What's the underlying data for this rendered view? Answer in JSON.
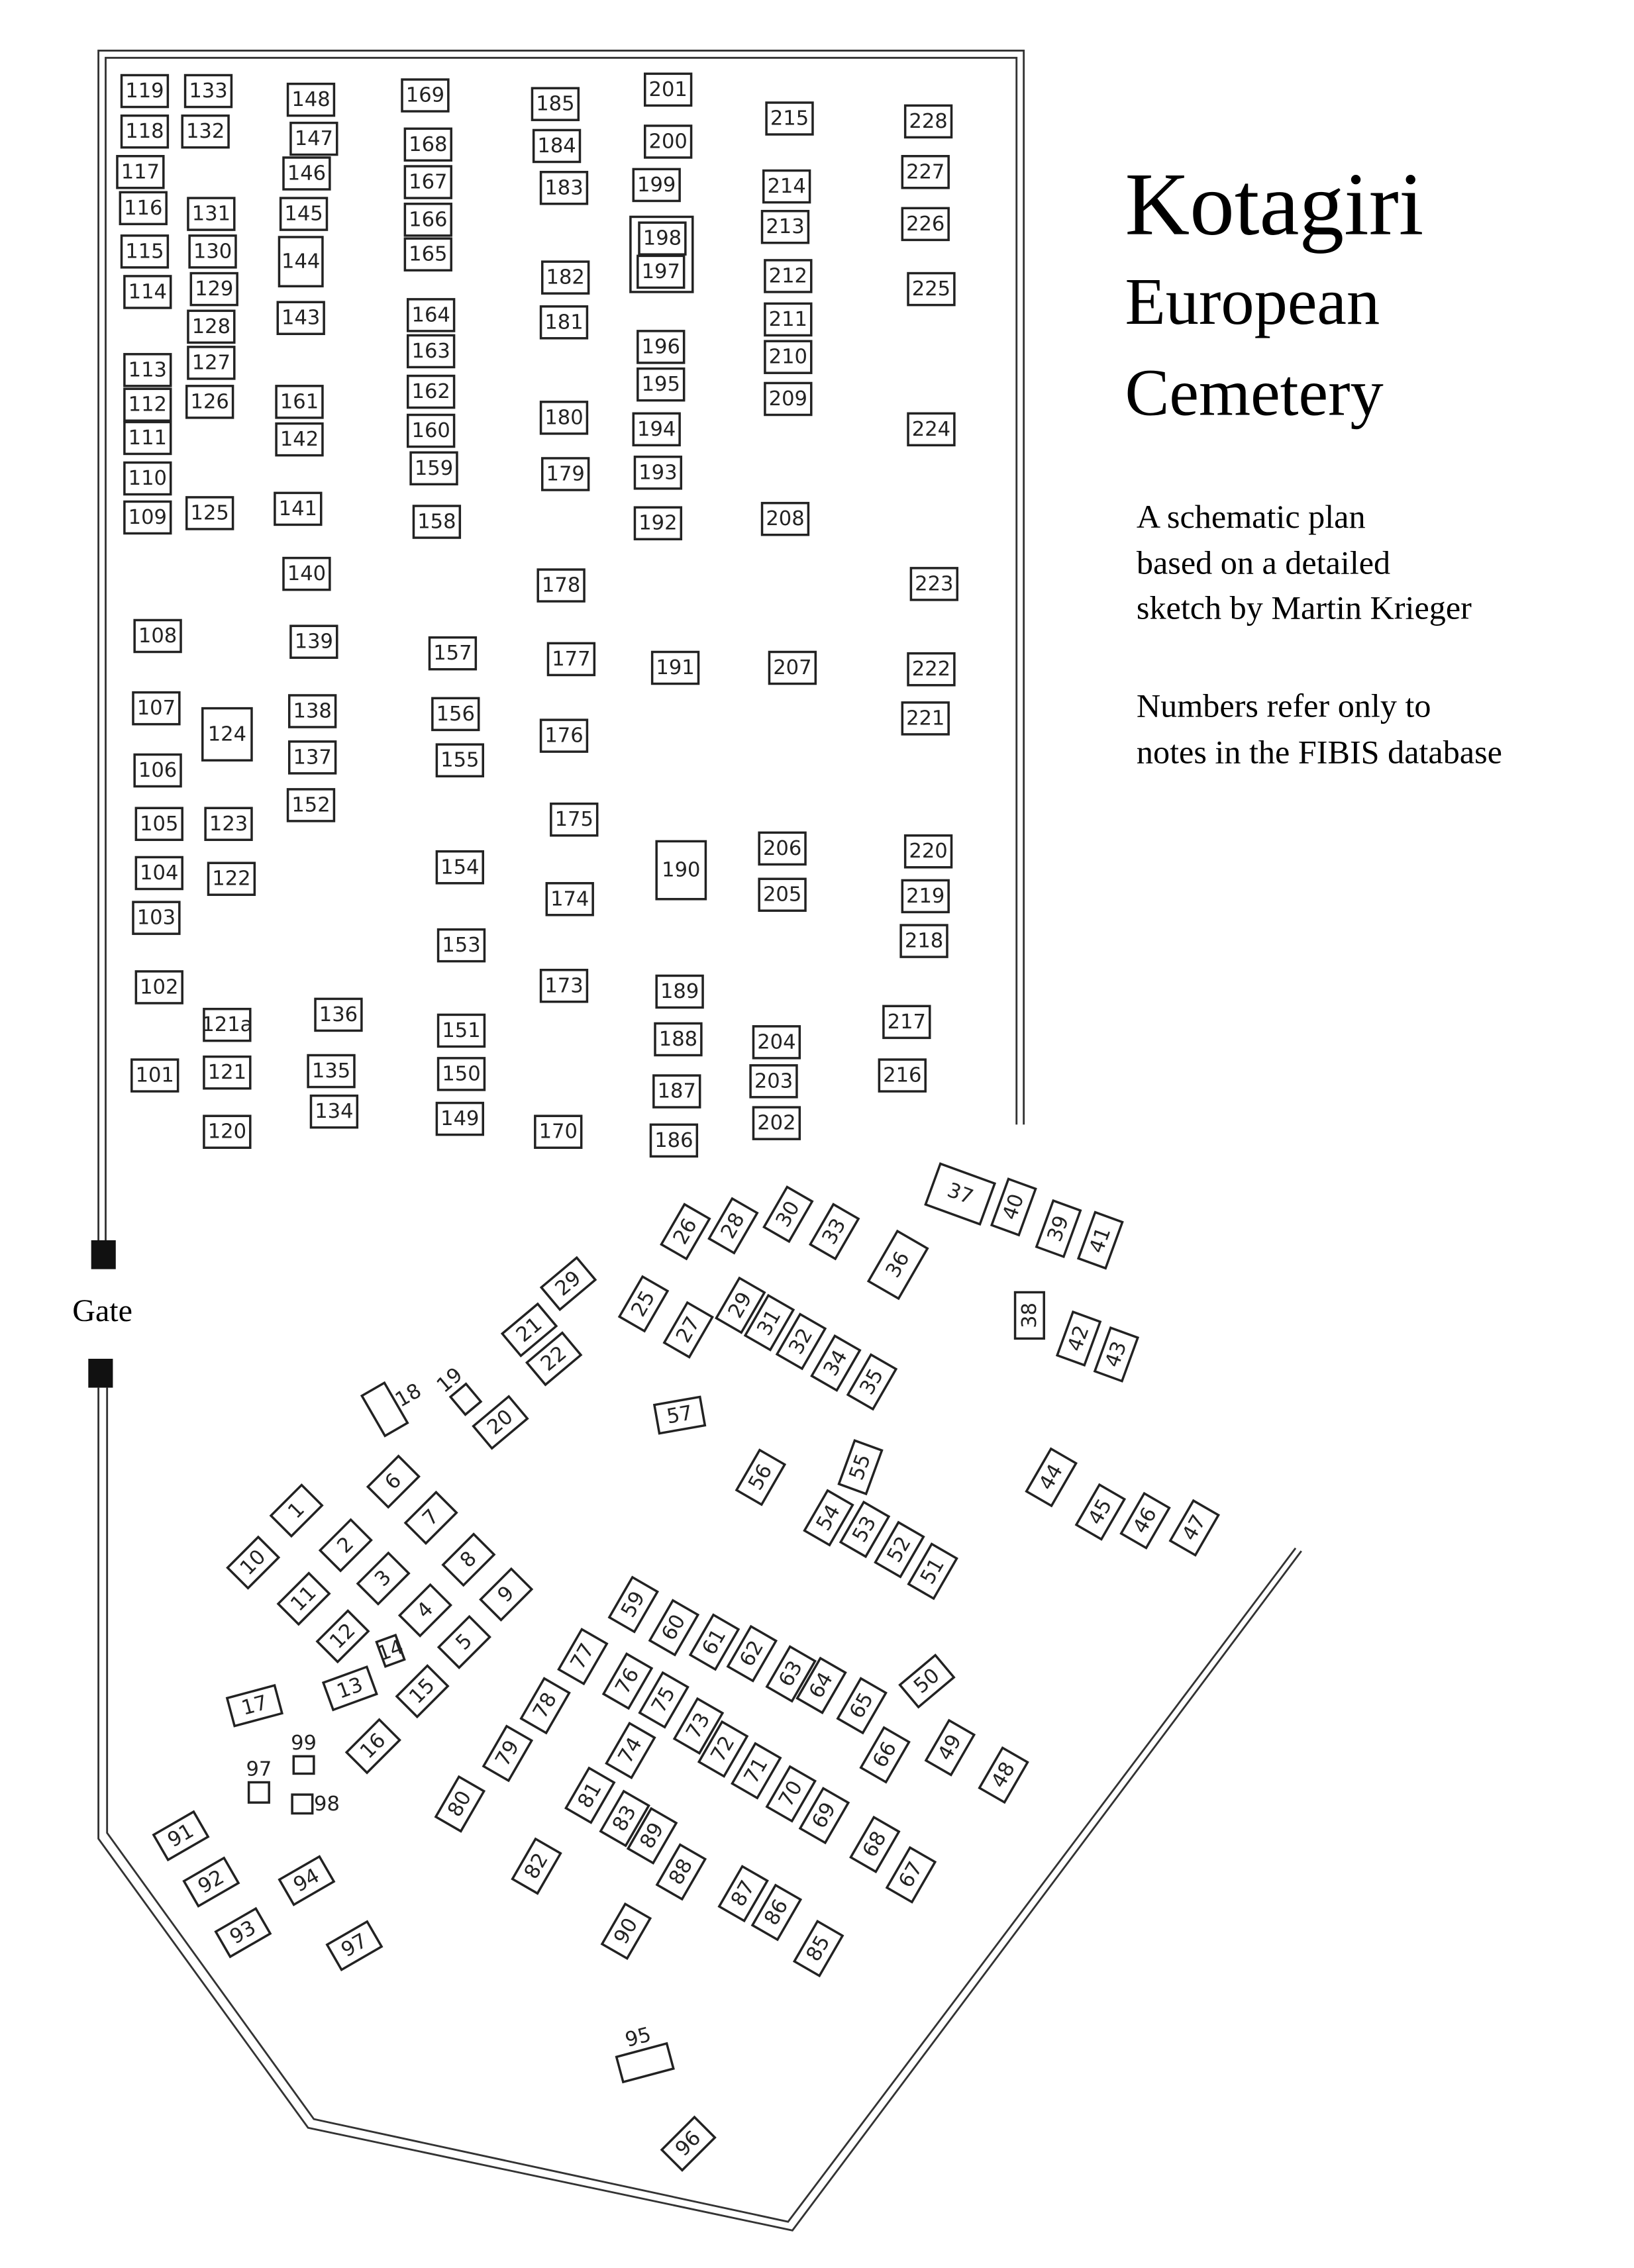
{
  "title": {
    "line1": "Kotagiri",
    "line2": "European",
    "line3": "Cemetery"
  },
  "description": {
    "lines": [
      "A schematic plan",
      "based on a detailed",
      "sketch by Martin Krieger"
    ],
    "note_lines": [
      "Numbers refer only to",
      "notes in the FIBIS database"
    ]
  },
  "gate_label": "Gate",
  "plots": [
    "119",
    "133",
    "148",
    "169",
    "185",
    "201",
    "215",
    "228",
    "118",
    "132",
    "147",
    "168",
    "184",
    "200",
    "227",
    "117",
    "146",
    "167",
    "183",
    "199",
    "214",
    "116",
    "131",
    "145",
    "166",
    "213",
    "226",
    "198",
    "197",
    "115",
    "130",
    "144",
    "165",
    "114",
    "129",
    "182",
    "212",
    "225",
    "128",
    "143",
    "164",
    "181",
    "211",
    "113",
    "127",
    "163",
    "196",
    "210",
    "112",
    "126",
    "161",
    "162",
    "195",
    "209",
    "111",
    "142",
    "160",
    "180",
    "194",
    "224",
    "110",
    "159",
    "179",
    "193",
    "109",
    "125",
    "141",
    "158",
    "192",
    "208",
    "140",
    "178",
    "223",
    "108",
    "139",
    "157",
    "177",
    "191",
    "207",
    "222",
    "107",
    "124",
    "138",
    "156",
    "221",
    "106",
    "137",
    "155",
    "176",
    "152",
    "175",
    "105",
    "123",
    "206",
    "220",
    "104",
    "122",
    "154",
    "190",
    "174",
    "205",
    "219",
    "103",
    "153",
    "218",
    "102",
    "173",
    "189",
    "121a",
    "136",
    "151",
    "188",
    "204",
    "217",
    "101",
    "121",
    "135",
    "150",
    "187",
    "203",
    "216",
    "120",
    "134",
    "149",
    "170",
    "186",
    "202",
    "26",
    "28",
    "30",
    "33",
    "36",
    "37",
    "40",
    "39",
    "41",
    "25",
    "27",
    "29",
    "31",
    "32",
    "34",
    "35",
    "38",
    "42",
    "43",
    "21",
    "29",
    "22",
    "18",
    "19",
    "20",
    "57",
    "56",
    "55",
    "54",
    "53",
    "52",
    "51",
    "44",
    "45",
    "46",
    "47",
    "1",
    "6",
    "7",
    "10",
    "2",
    "3",
    "8",
    "11",
    "4",
    "9",
    "12",
    "14",
    "5",
    "13",
    "15",
    "17",
    "16",
    "59",
    "60",
    "61",
    "62",
    "63",
    "64",
    "65",
    "50",
    "77",
    "76",
    "75",
    "73",
    "72",
    "71",
    "70",
    "69",
    "66",
    "49",
    "48",
    "78",
    "79",
    "74",
    "80",
    "81",
    "83",
    "89",
    "88",
    "68",
    "67",
    "82",
    "87",
    "86",
    "85",
    "90",
    "99",
    "97",
    "98",
    "91",
    "92",
    "93",
    "94",
    "97",
    "95",
    "96"
  ]
}
